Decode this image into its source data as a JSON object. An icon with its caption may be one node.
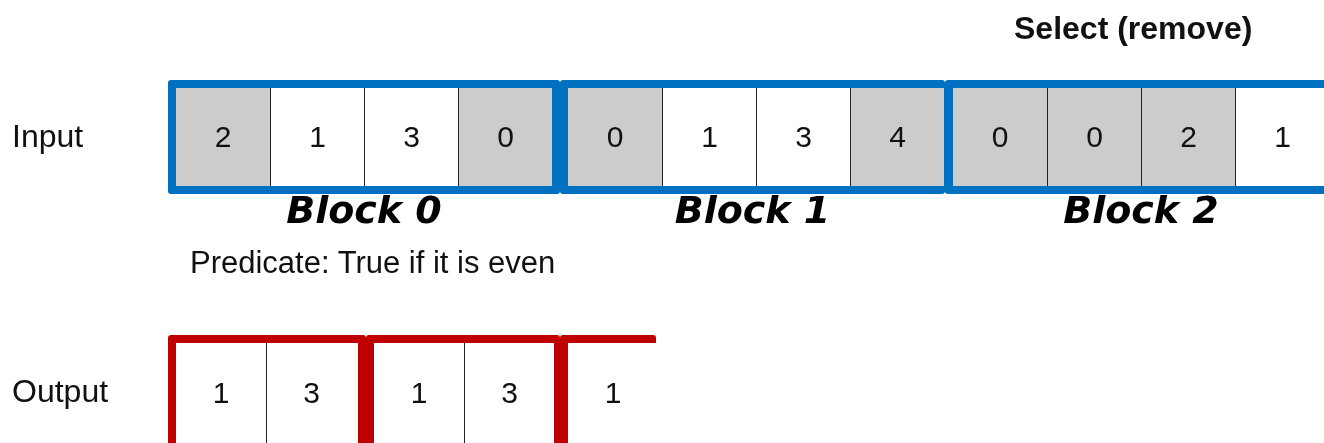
{
  "diagram": {
    "nodes": [
      {
        "text": [],
        "shape": "box",
        "beside": [
          "Block 0"
        ]
      },
      {
        "text": [],
        "shape": "box",
        "beside": [
          "Block 1"
        ]
      },
      {
        "text": [],
        "shape": "box",
        "beside": [
          "Block 2"
        ]
      },
      {
        "text": [
          "2"
        ],
        "in": 0
      },
      {
        "text": [
          "1"
        ],
        "in": 0
      },
      {
        "text": [
          "3"
        ],
        "in": 0
      },
      {
        "text": [
          "0"
        ],
        "in": 0
      },
      {
        "text": [
          "0"
        ],
        "in": 1
      },
      {
        "text": [
          "1"
        ],
        "in": 1
      },
      {
        "text": [
          "3"
        ],
        "in": 1
      },
      {
        "text": [
          "4"
        ],
        "in": 1
      },
      {
        "text": [
          "0"
        ],
        "in": 2
      },
      {
        "text": [
          "0"
        ],
        "in": 2
      },
      {
        "text": [
          "2"
        ],
        "in": 2
      },
      {
        "text": [
          "1"
        ],
        "in": 2
      },
      {
        "text": [],
        "shape": "box"
      },
      {
        "text": [],
        "shape": "box"
      },
      {
        "text": [],
        "shape": "box"
      },
      {
        "text": [
          "1"
        ],
        "in": 15
      },
      {
        "text": [
          "3"
        ],
        "in": 15
      },
      {
        "text": [
          "1"
        ],
        "in": 16
      },
      {
        "text": [
          "3"
        ],
        "in": 16
      },
      {
        "text": [
          "1"
        ],
        "in": 17
      }
    ],
    "labels": [
      "Select (remove)",
      "Input",
      "Predicate: True if it is even",
      "Output"
    ]
  }
}
